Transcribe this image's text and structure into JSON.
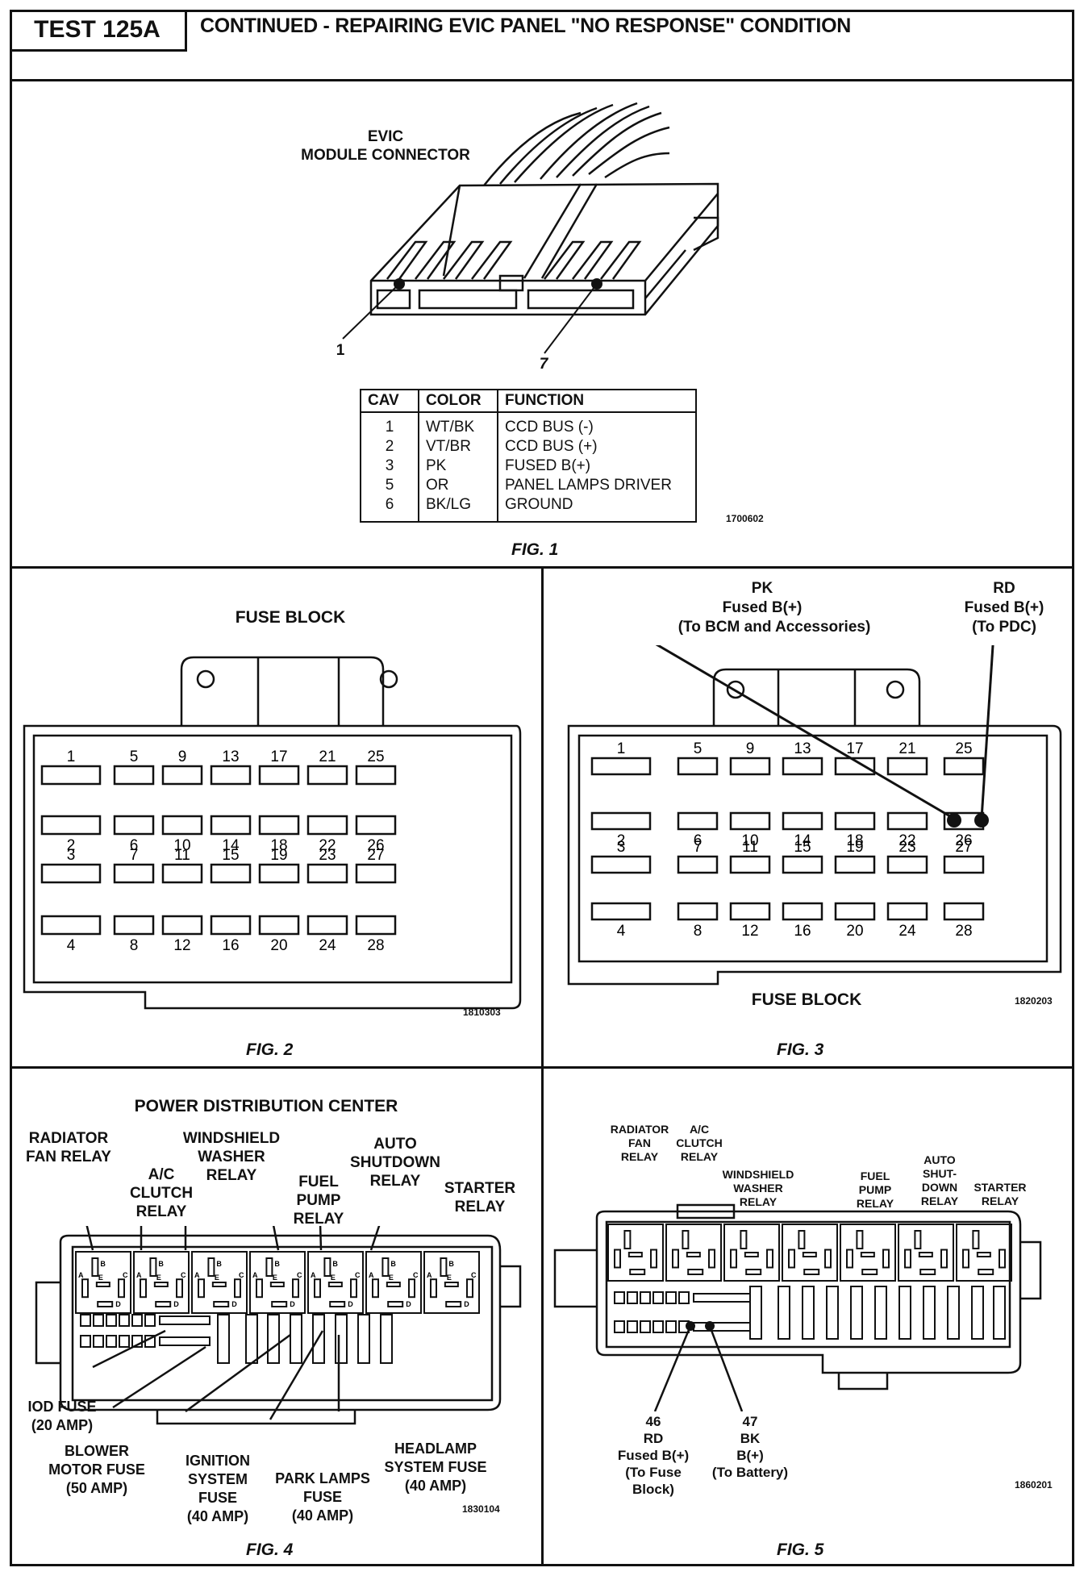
{
  "header": {
    "test_id": "TEST 125A",
    "title": "CONTINUED - REPAIRING EVIC PANEL \"NO RESPONSE\" CONDITION"
  },
  "fig1": {
    "caption": "FIG. 1",
    "connector_label_1": "EVIC",
    "connector_label_2": "MODULE CONNECTOR",
    "pin_callout_a": "1",
    "pin_callout_b": "7",
    "table_headers": [
      "CAV",
      "COLOR",
      "FUNCTION"
    ],
    "rows": [
      {
        "cav": "1",
        "color": "WT/BK",
        "function": "CCD BUS (-)"
      },
      {
        "cav": "2",
        "color": "VT/BR",
        "function": "CCD BUS (+)"
      },
      {
        "cav": "3",
        "color": "PK",
        "function": "FUSED B(+)"
      },
      {
        "cav": "5",
        "color": "OR",
        "function": "PANEL LAMPS DRIVER"
      },
      {
        "cav": "6",
        "color": "BK/LG",
        "function": "GROUND"
      }
    ],
    "ref": "1700602"
  },
  "fig2": {
    "caption": "FIG. 2",
    "title": "FUSE BLOCK",
    "ref": "1810303",
    "fuses_row_numbers": [
      [
        "1",
        "5",
        "9",
        "13",
        "17",
        "21",
        "25"
      ],
      [
        "2",
        "6",
        "10",
        "14",
        "18",
        "22",
        "26"
      ],
      [
        "3",
        "7",
        "11",
        "15",
        "19",
        "23",
        "27"
      ],
      [
        "4",
        "8",
        "12",
        "16",
        "20",
        "24",
        "28"
      ]
    ]
  },
  "fig3": {
    "caption": "FIG. 3",
    "title": "FUSE BLOCK",
    "ref": "1820203",
    "pk_label": [
      "PK",
      "Fused B(+)",
      "(To BCM and Accessories)"
    ],
    "rd_label": [
      "RD",
      "Fused B(+)",
      "(To PDC)"
    ],
    "fuses_row_numbers": [
      [
        "1",
        "5",
        "9",
        "13",
        "17",
        "21",
        "25"
      ],
      [
        "2",
        "6",
        "10",
        "14",
        "18",
        "22",
        "26"
      ],
      [
        "3",
        "7",
        "11",
        "15",
        "19",
        "23",
        "27"
      ],
      [
        "4",
        "8",
        "12",
        "16",
        "20",
        "24",
        "28"
      ]
    ]
  },
  "fig4": {
    "caption": "FIG. 4",
    "title": "POWER DISTRIBUTION CENTER",
    "ref": "1830104",
    "callouts": {
      "radiator_fan_relay": "RADIATOR\nFAN RELAY",
      "ac_clutch_relay": "A/C\nCLUTCH\nRELAY",
      "windshield_washer_relay": "WINDSHIELD\nWASHER\nRELAY",
      "fuel_pump_relay": "FUEL\nPUMP\nRELAY",
      "auto_shutdown_relay": "AUTO\nSHUTDOWN\nRELAY",
      "starter_relay": "STARTER\nRELAY",
      "iod_fuse": "IOD FUSE\n(20 AMP)",
      "blower_motor_fuse": "BLOWER\nMOTOR FUSE\n(50 AMP)",
      "ignition_system_fuse": "IGNITION\nSYSTEM\nFUSE\n(40 AMP)",
      "park_lamps_fuse": "PARK LAMPS\nFUSE\n(40 AMP)",
      "headlamp_system_fuse": "HEADLAMP\nSYSTEM FUSE\n(40 AMP)"
    },
    "relay_pin_letters": [
      "A",
      "B",
      "C",
      "D",
      "E"
    ]
  },
  "fig5": {
    "caption": "FIG. 5",
    "ref": "1860201",
    "callouts": {
      "radiator_fan_relay": "RADIATOR\nFAN\nRELAY",
      "ac_clutch_relay": "A/C\nCLUTCH\nRELAY",
      "windshield_washer_relay": "WINDSHIELD\nWASHER\nRELAY",
      "fuel_pump_relay": "FUEL\nPUMP\nRELAY",
      "auto_shutdown_relay": "AUTO\nSHUT-\nDOWN\nRELAY",
      "starter_relay": "STARTER\nRELAY",
      "wire_46": "46\nRD\nFused B(+)\n(To Fuse\nBlock)",
      "wire_47": "47\nBK\nB(+)\n(To Battery)"
    }
  }
}
